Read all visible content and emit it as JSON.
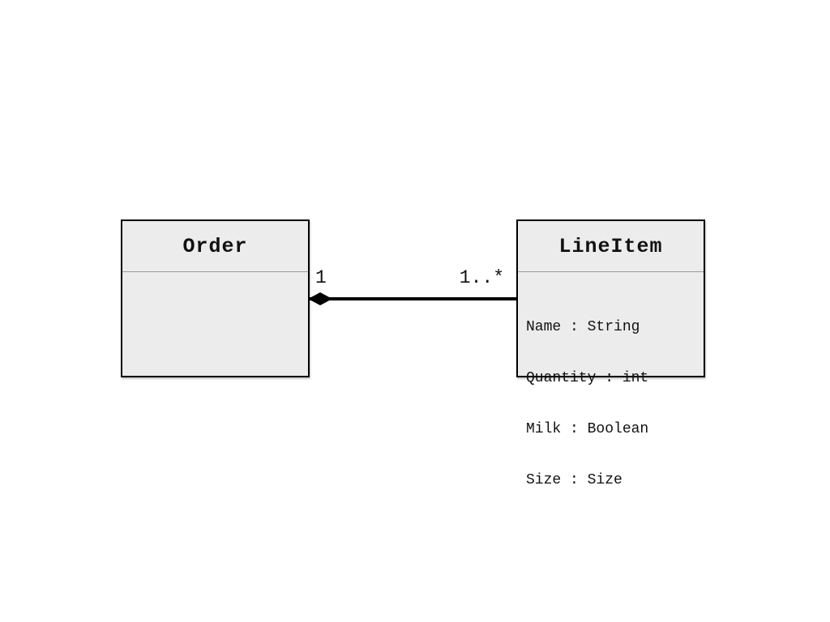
{
  "diagram": {
    "classes": [
      {
        "name": "Order",
        "attributes": []
      },
      {
        "name": "LineItem",
        "attributes": [
          "Name : String",
          "Quantity : int",
          "Milk : Boolean",
          "Size : Size"
        ]
      }
    ],
    "association": {
      "type": "composition",
      "diamond_end_class": "Order",
      "order_end_multiplicity": "1",
      "lineitem_end_multiplicity": "1..*"
    },
    "colors": {
      "background": "#ffffff",
      "box_fill": "#ececec",
      "box_border": "#000000",
      "separator": "#9a9a9a",
      "association_line": "#000000",
      "text": "#111111"
    }
  }
}
